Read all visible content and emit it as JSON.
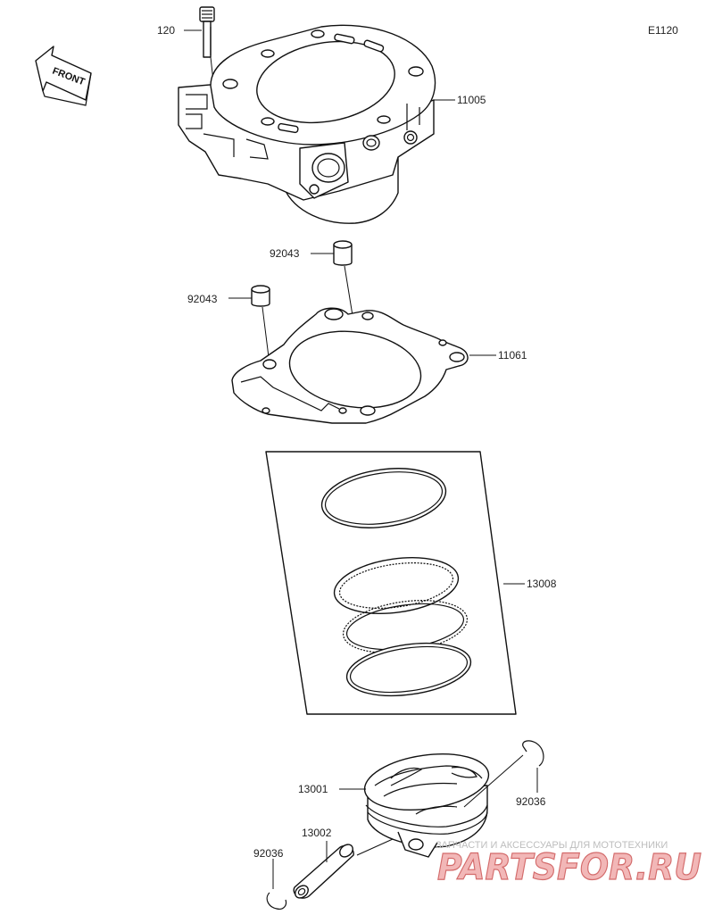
{
  "diagram_code": "E1120",
  "front_label": "FRONT",
  "parts": {
    "bolt": "120",
    "cylinder": "11005",
    "dowel_upper": "92043",
    "dowel_lower": "92043",
    "gasket": "11061",
    "ring_set": "13008",
    "piston": "13001",
    "circlip_right": "92036",
    "piston_pin": "13002",
    "circlip_left": "92036"
  },
  "watermark": {
    "tagline": "ЗАПЧАСТИ И АКСЕССУАРЫ ДЛЯ МОТОТЕХНИКИ",
    "brand": "PARTSFOR.RU"
  }
}
